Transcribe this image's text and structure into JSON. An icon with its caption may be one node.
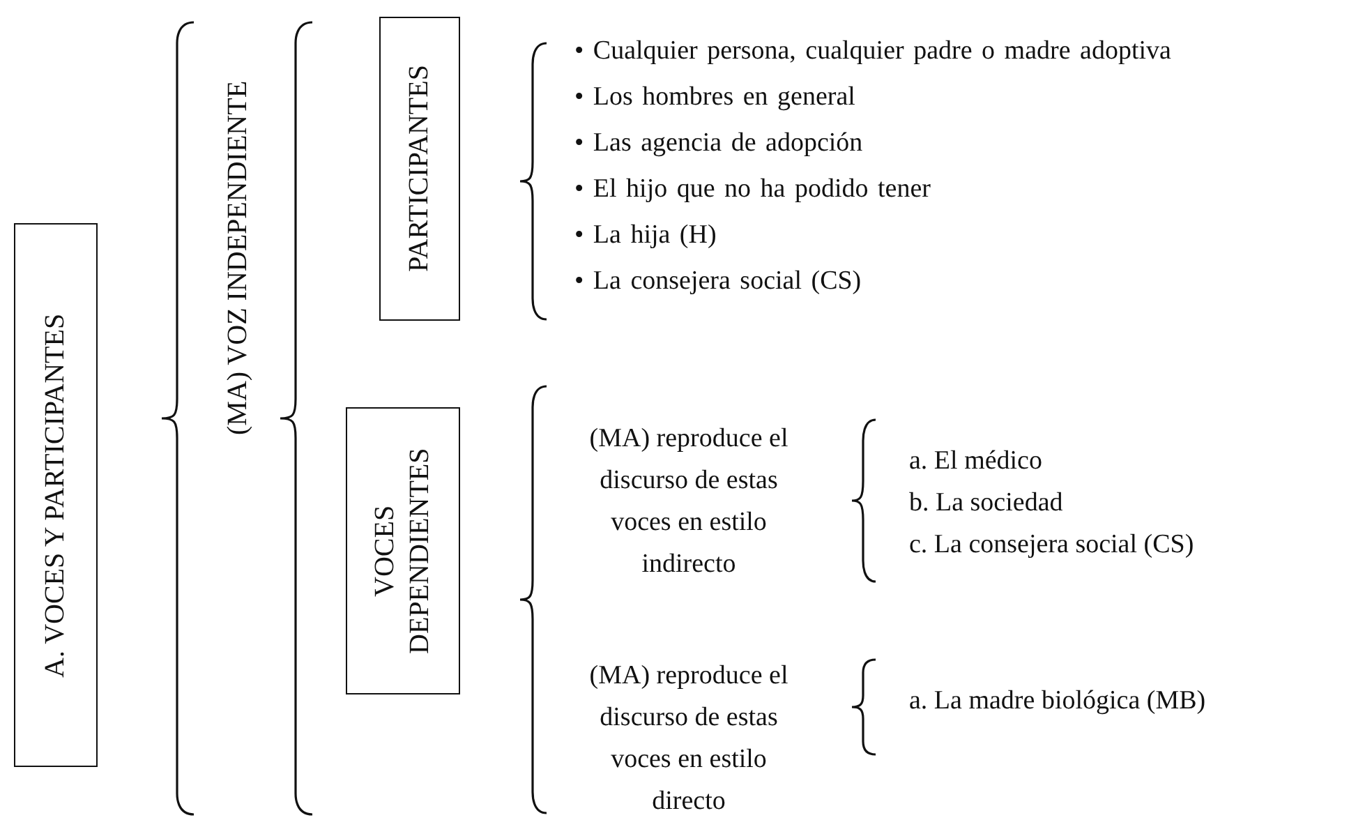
{
  "diagram": {
    "nodes": [
      {
        "text": [
          "A. VOCES Y PARTICIPANTES"
        ]
      },
      {
        "text": [
          "PARTICIPANTES"
        ]
      },
      {
        "text": [
          "VOCES DEPENDIENTES"
        ]
      }
    ],
    "labels": [
      "(MA) VOZ INDEPENDIENTE",
      "• Cualquier persona, cualquier padre o madre adoptiva",
      "• Los hombres en general",
      "• Las agencia de adopción",
      "• El hijo que no ha podido tener",
      "• La hija (H)",
      "• La consejera social (CS)",
      "(MA) reproduce el discurso de estas voces en estilo indirecto",
      "a. El médico",
      "b. La sociedad",
      "c. La consejera social (CS)",
      "(MA) reproduce el discurso de estas voces en estilo directo",
      "a. La madre biológica (MB)"
    ]
  }
}
